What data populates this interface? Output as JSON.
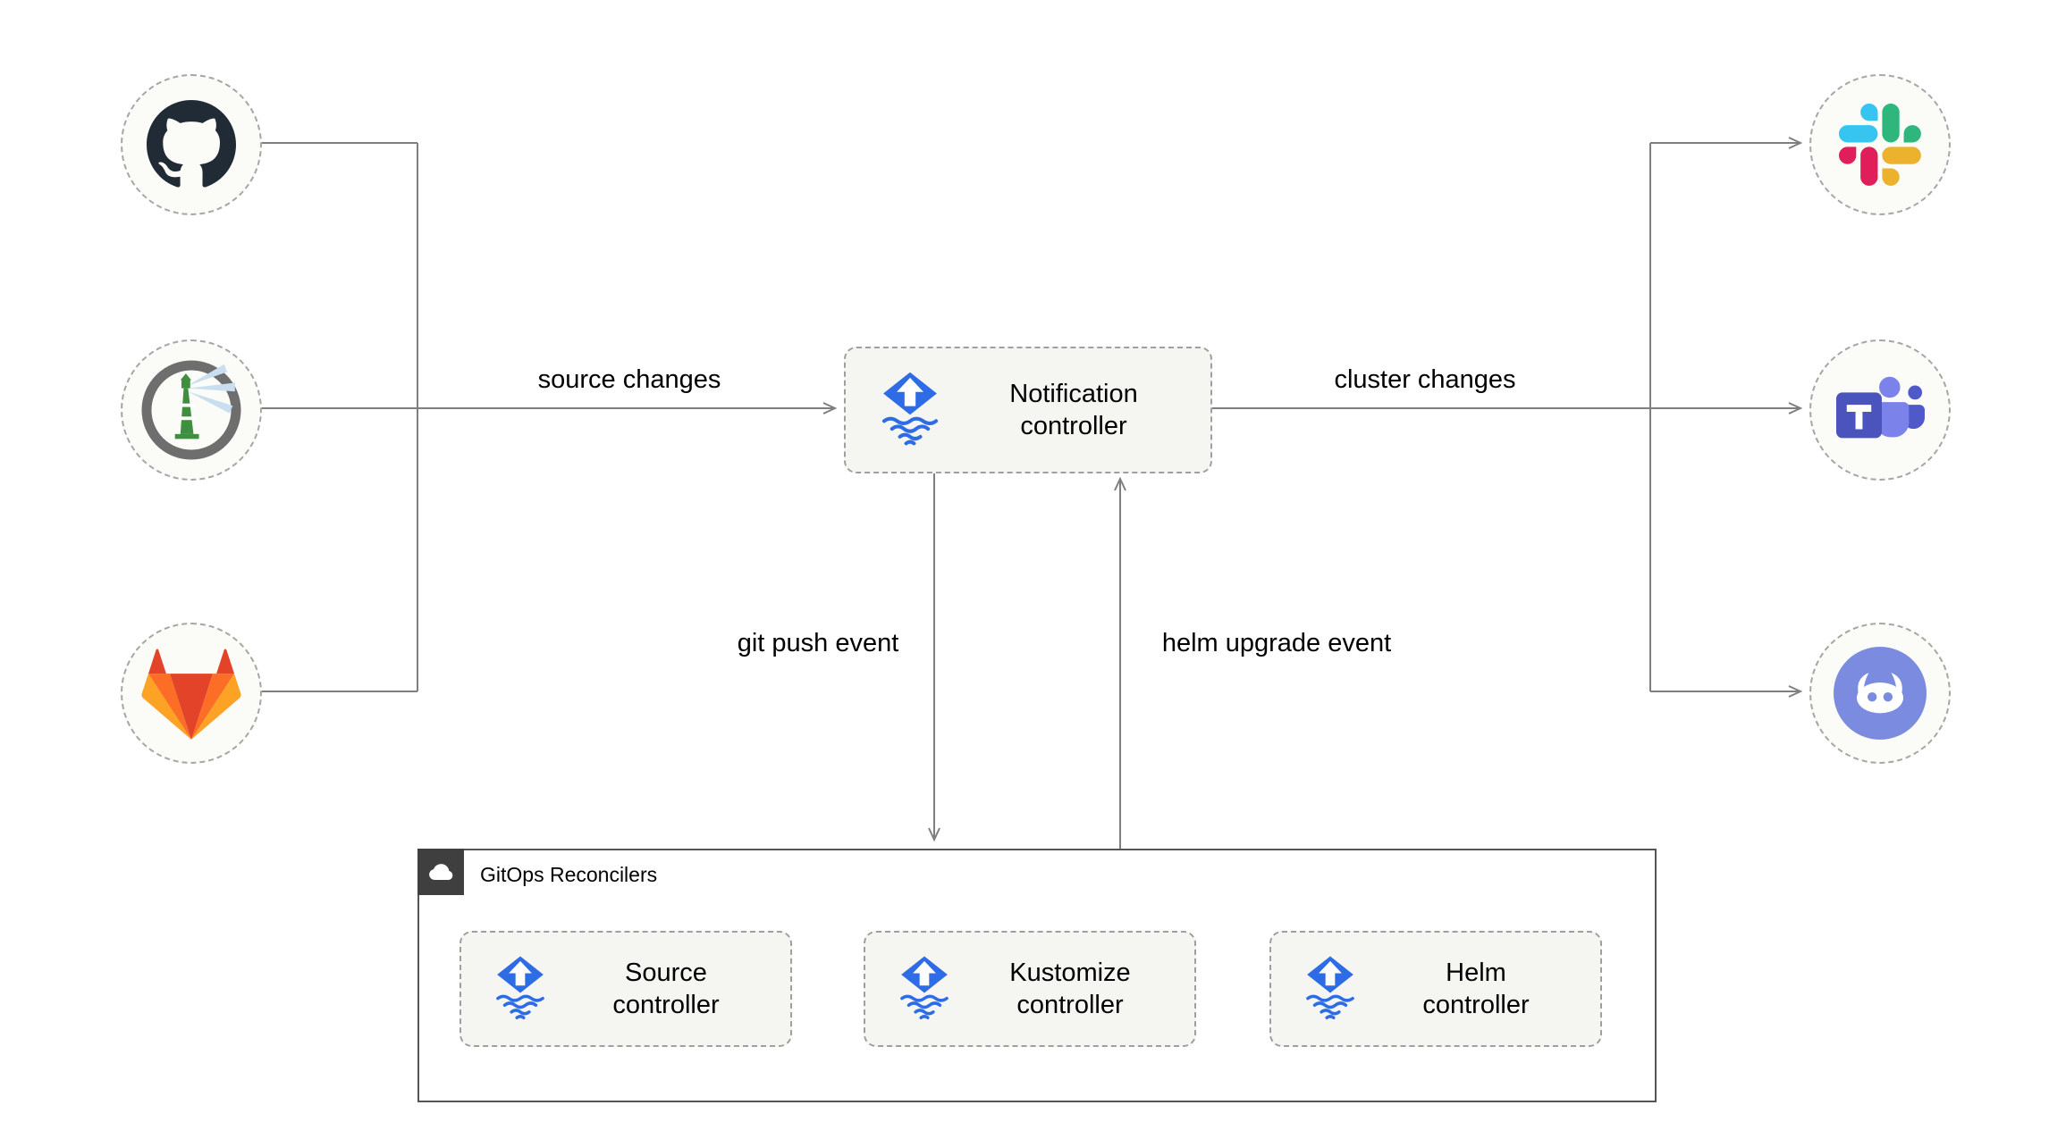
{
  "nodes": {
    "notification_controller": "Notification\ncontroller",
    "source_controller": "Source\ncontroller",
    "kustomize_controller": "Kustomize\ncontroller",
    "helm_controller": "Helm\ncontroller",
    "gitops_group": "GitOps Reconcilers"
  },
  "edges": {
    "source_changes": "source changes",
    "cluster_changes": "cluster changes",
    "git_push_event": "git push event",
    "helm_upgrade_event": "helm upgrade event"
  },
  "sources": [
    {
      "icon": "github-icon"
    },
    {
      "icon": "harbor-icon"
    },
    {
      "icon": "gitlab-icon"
    }
  ],
  "notifiers": [
    {
      "icon": "slack-icon"
    },
    {
      "icon": "teams-icon"
    },
    {
      "icon": "discord-icon"
    }
  ],
  "colors": {
    "flux_blue": "#2e6ce6",
    "connector_gray": "#7f7f7f",
    "github_dark": "#212b36",
    "harbor_green": "#3e8f3e",
    "gitlab_red": "#e24329",
    "gitlab_orange": "#fc6d26",
    "gitlab_yellow": "#fca326",
    "slack_blue": "#36C5F0",
    "slack_green": "#2EB67D",
    "slack_yellow": "#ECB22E",
    "slack_pink": "#E01E5A",
    "teams_purple": "#4b53bc",
    "teams_light_purple": "#7b83eb",
    "discord_blurple": "#7289da",
    "box_fill": "#f5f5f2",
    "group_badge": "#3f3f3f"
  }
}
